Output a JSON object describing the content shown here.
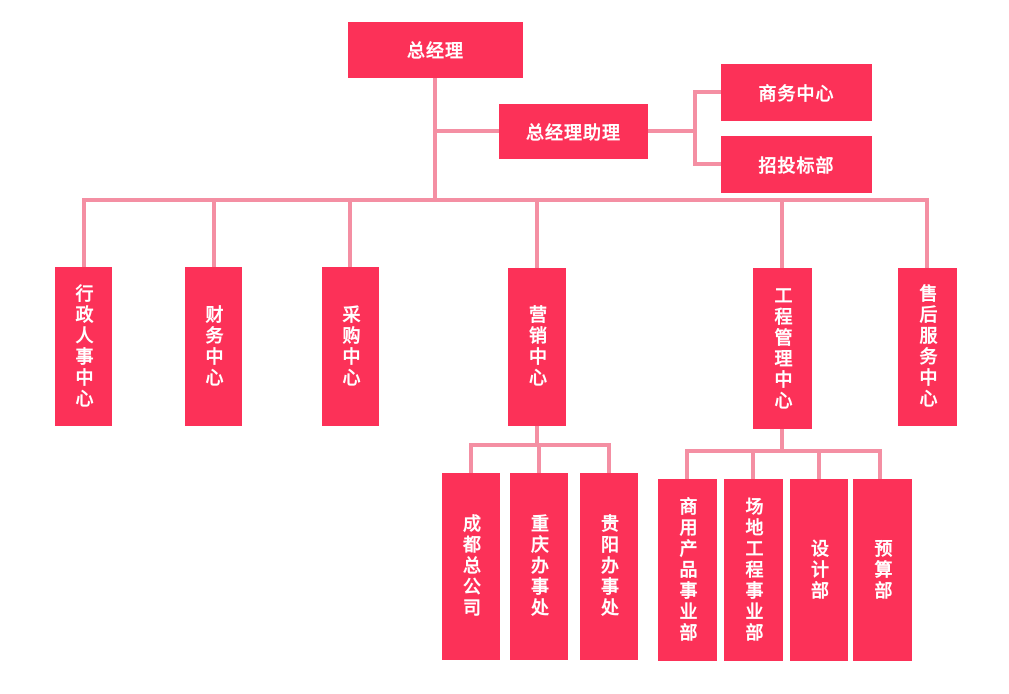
{
  "colors": {
    "box": "#FC3158",
    "line": "#F48FA3",
    "text": "#FFFFFF",
    "background": "#FFFFFF"
  },
  "nodes": {
    "gm": {
      "label": "总经理",
      "children": [
        "admin",
        "finance",
        "procurement",
        "marketing",
        "engineering",
        "aftersales"
      ],
      "staff": [
        "assistant"
      ]
    },
    "assistant": {
      "label": "总经理助理",
      "children": [
        "business",
        "bidding"
      ]
    },
    "business": {
      "label": "商务中心",
      "children": []
    },
    "bidding": {
      "label": "招投标部",
      "children": []
    },
    "admin": {
      "label": "行政人事中心",
      "children": []
    },
    "finance": {
      "label": "财务中心",
      "children": []
    },
    "procurement": {
      "label": "采购中心",
      "children": []
    },
    "marketing": {
      "label": "营销中心",
      "children": [
        "chengdu",
        "chongqing",
        "guiyang"
      ]
    },
    "engineering": {
      "label": "工程管理中心",
      "children": [
        "commercial",
        "site",
        "design",
        "budget"
      ]
    },
    "aftersales": {
      "label": "售后服务中心",
      "children": []
    },
    "chengdu": {
      "label": "成都总公司",
      "children": []
    },
    "chongqing": {
      "label": "重庆办事处",
      "children": []
    },
    "guiyang": {
      "label": "贵阳办事处",
      "children": []
    },
    "commercial": {
      "label": "商用产品事业部",
      "children": []
    },
    "site": {
      "label": "场地工程事业部",
      "children": []
    },
    "design": {
      "label": "设计部",
      "children": []
    },
    "budget": {
      "label": "预算部",
      "children": []
    }
  }
}
